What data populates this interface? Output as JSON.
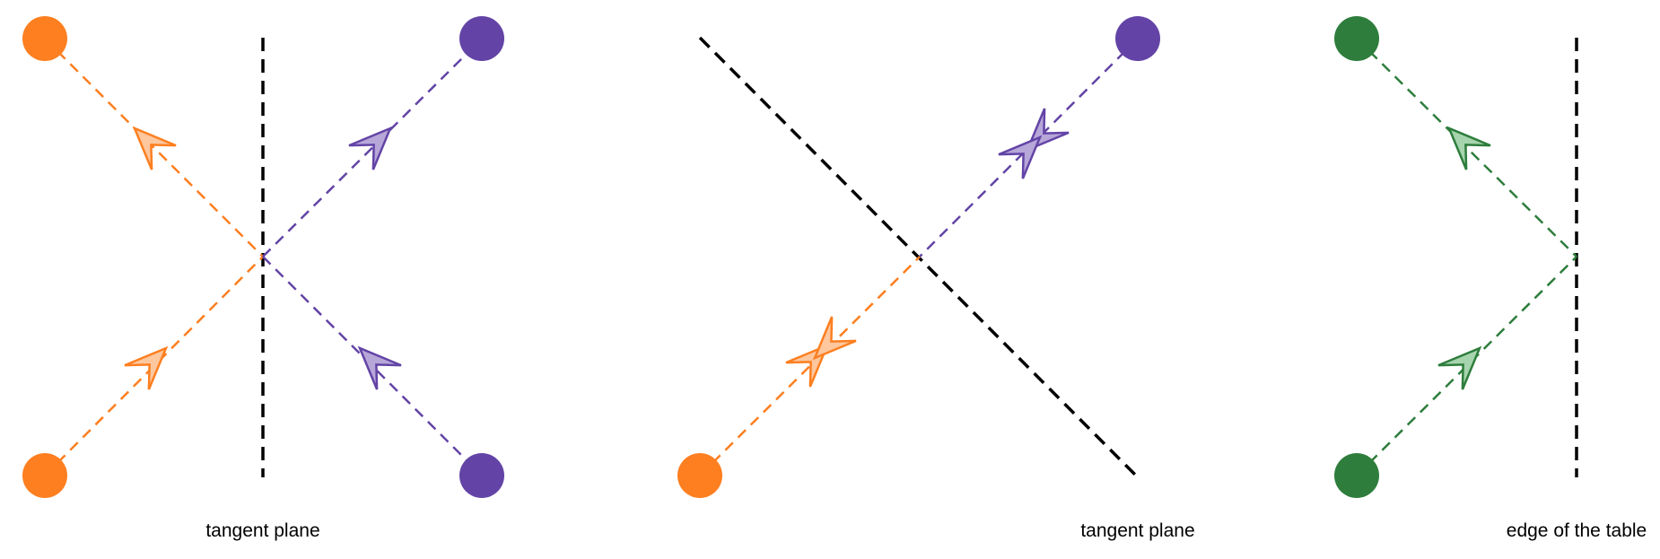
{
  "colors": {
    "orange": "#fd7f20",
    "orange_fill": "#fec79e",
    "purple": "#6344a6",
    "purple_fill": "#b7a7d9",
    "green": "#2e7d3c",
    "green_fill": "#a6d4ad",
    "plane": "#000000"
  },
  "panels": [
    {
      "id": "elastic-collision",
      "caption": "tangent plane",
      "balls": [
        {
          "name": "orange-ball-top-left",
          "color": "orange"
        },
        {
          "name": "purple-ball-top-right",
          "color": "purple"
        },
        {
          "name": "orange-ball-bottom-left",
          "color": "orange"
        },
        {
          "name": "purple-ball-bottom-right",
          "color": "purple"
        }
      ],
      "arrows": [
        {
          "name": "orange-outgoing-arrow",
          "color": "orange",
          "direction": "toward top-left"
        },
        {
          "name": "purple-outgoing-arrow",
          "color": "purple",
          "direction": "toward top-right"
        },
        {
          "name": "orange-incoming-arrow",
          "color": "orange",
          "direction": "toward contact point"
        },
        {
          "name": "purple-incoming-arrow",
          "color": "purple",
          "direction": "toward contact point"
        }
      ]
    },
    {
      "id": "head-on-collision",
      "caption": "tangent plane",
      "balls": [
        {
          "name": "purple-ball-top-right",
          "color": "purple"
        },
        {
          "name": "orange-ball-bottom-left",
          "color": "orange"
        }
      ],
      "arrows": [
        {
          "name": "purple-incoming-arrow",
          "color": "purple",
          "direction": "toward contact point"
        },
        {
          "name": "purple-rebound-arrow",
          "color": "purple",
          "direction": "back toward purple ball"
        },
        {
          "name": "orange-incoming-arrow",
          "color": "orange",
          "direction": "toward contact point"
        },
        {
          "name": "orange-rebound-arrow",
          "color": "orange",
          "direction": "back toward orange ball"
        }
      ]
    },
    {
      "id": "cushion-rebound",
      "caption": "edge of the table",
      "balls": [
        {
          "name": "green-ball-top",
          "color": "green"
        },
        {
          "name": "green-ball-bottom",
          "color": "green"
        }
      ],
      "arrows": [
        {
          "name": "green-incoming-arrow",
          "color": "green",
          "direction": "toward cushion"
        },
        {
          "name": "green-outgoing-arrow",
          "color": "green",
          "direction": "away from cushion"
        }
      ]
    }
  ]
}
